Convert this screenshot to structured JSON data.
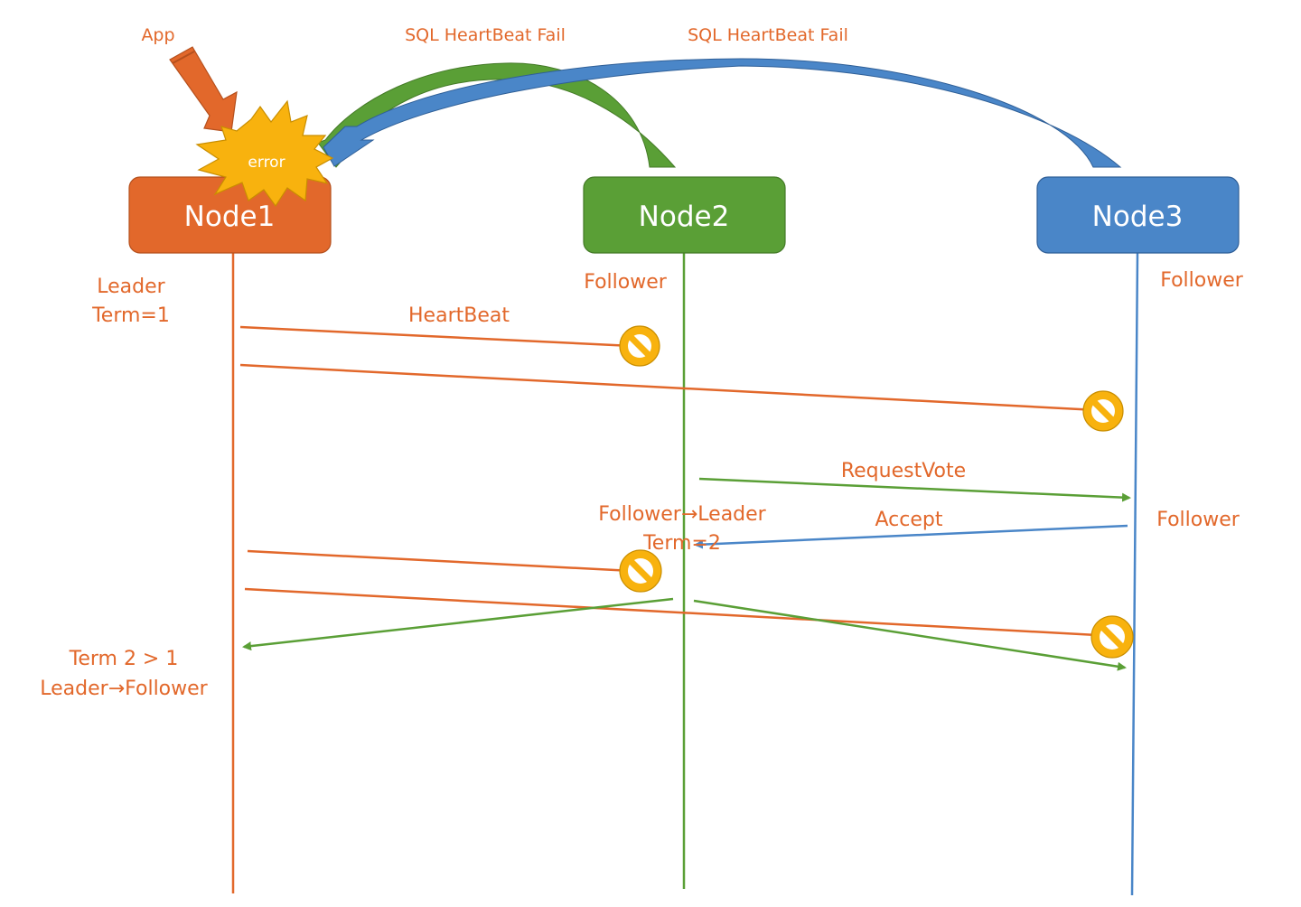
{
  "colors": {
    "orange": "#E2682B",
    "orange_dark": "#B5501D",
    "green": "#5A9F36",
    "green_dark": "#447A27",
    "blue": "#4A86C8",
    "blue_dark": "#2F5F97",
    "star_fill": "#F8B20E",
    "star_stroke": "#C98E00",
    "text": "#E2682B"
  },
  "nodes": [
    {
      "id": "node1",
      "label": "Node1",
      "color": "orange"
    },
    {
      "id": "node2",
      "label": "Node2",
      "color": "green"
    },
    {
      "id": "node3",
      "label": "Node3",
      "color": "blue"
    }
  ],
  "top_labels": {
    "app": "App",
    "error": "error",
    "sql_fail_node2": "SQL HeartBeat Fail",
    "sql_fail_node3": "SQL HeartBeat Fail"
  },
  "state_labels": {
    "node1_state": "Leader",
    "node1_term": "Term=1",
    "node2_state": "Follower",
    "node3_state": "Follower",
    "node2_transition": "Follower→Leader",
    "node2_term": "Term=2",
    "node3_state_later": "Follower",
    "node1_term_compare": "Term 2 > 1",
    "node1_transition": "Leader→Follower"
  },
  "messages": [
    {
      "id": "hb1",
      "from": "node1",
      "to": "node2",
      "label": "HeartBeat",
      "blocked": true,
      "color": "orange"
    },
    {
      "id": "hb2",
      "from": "node1",
      "to": "node3",
      "label": "",
      "blocked": true,
      "color": "orange"
    },
    {
      "id": "rv",
      "from": "node2",
      "to": "node3",
      "label": "RequestVote",
      "blocked": false,
      "color": "green"
    },
    {
      "id": "acc",
      "from": "node3",
      "to": "node2",
      "label": "Accept",
      "blocked": false,
      "color": "blue"
    },
    {
      "id": "hb3",
      "from": "node1",
      "to": "node2",
      "label": "",
      "blocked": true,
      "color": "orange"
    },
    {
      "id": "hb4",
      "from": "node1",
      "to": "node3",
      "label": "",
      "blocked": true,
      "color": "orange"
    },
    {
      "id": "lhb1",
      "from": "node2",
      "to": "node1",
      "label": "",
      "blocked": false,
      "color": "green"
    },
    {
      "id": "lhb2",
      "from": "node2",
      "to": "node3",
      "label": "",
      "blocked": false,
      "color": "green"
    }
  ]
}
